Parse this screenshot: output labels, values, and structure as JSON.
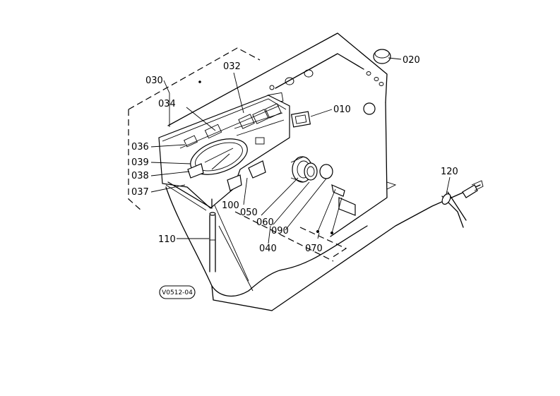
{
  "parts": [
    {
      "id": "p010",
      "label": "010"
    },
    {
      "id": "p020",
      "label": "020"
    },
    {
      "id": "p030",
      "label": "030"
    },
    {
      "id": "p032",
      "label": "032"
    },
    {
      "id": "p034",
      "label": "034"
    },
    {
      "id": "p036",
      "label": "036"
    },
    {
      "id": "p037",
      "label": "037"
    },
    {
      "id": "p038",
      "label": "038"
    },
    {
      "id": "p039",
      "label": "039"
    },
    {
      "id": "p040",
      "label": "040"
    },
    {
      "id": "p050",
      "label": "050"
    },
    {
      "id": "p060",
      "label": "060"
    },
    {
      "id": "p070",
      "label": "070"
    },
    {
      "id": "p090",
      "label": "090"
    },
    {
      "id": "p100",
      "label": "100"
    },
    {
      "id": "p110",
      "label": "110"
    },
    {
      "id": "p120",
      "label": "120"
    }
  ],
  "diagram_code": "V0512-04"
}
